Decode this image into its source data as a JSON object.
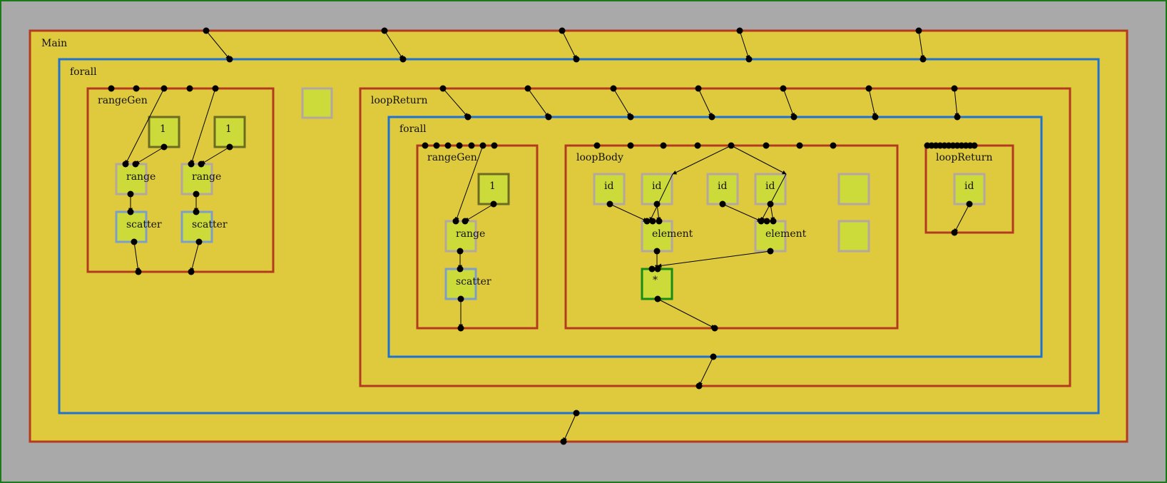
{
  "colors": {
    "background": "#a9a9a9",
    "outer_border": "#1a7a1a",
    "fill": "#dfca3e",
    "compound_border": "#b33a1f",
    "forall_border": "#1f72d1",
    "node_fill": "#ccdb3a",
    "node_border_grey": "#b5a7a0",
    "node_border_blue": "#7e9ec9",
    "node_border_olive": "#6b6b22",
    "node_border_green": "#168c16",
    "edge": "#000000"
  },
  "labels": {
    "main": "Main",
    "forall_outer": "forall",
    "rangegen_outer": "rangeGen",
    "loopreturn_outer": "loopReturn",
    "forall_inner": "forall",
    "rangegen_inner": "rangeGen",
    "loopbody": "loopBody",
    "loopreturn_inner": "loopReturn"
  },
  "nodes": {
    "literal_a": "1",
    "literal_b": "1",
    "literal_c": "1",
    "range_a": "range",
    "range_b": "range",
    "range_c": "range",
    "scatter_a": "scatter",
    "scatter_b": "scatter",
    "scatter_c": "scatter",
    "id_1": "id",
    "id_2": "id",
    "id_3": "id",
    "id_4": "id",
    "id_5": "id",
    "element_1": "element",
    "element_2": "element",
    "multiply": "*"
  }
}
